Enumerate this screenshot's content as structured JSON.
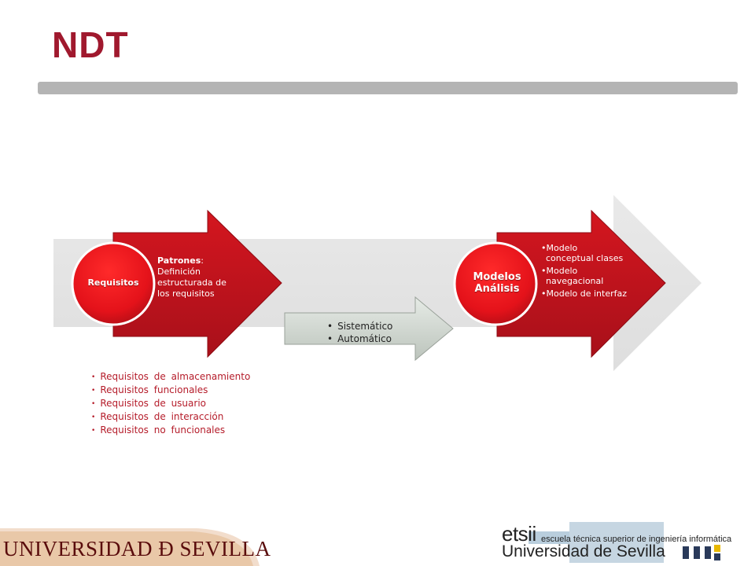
{
  "slide": {
    "title": "NDT"
  },
  "diagram": {
    "stage1": {
      "circle_label": "Requisitos",
      "bold_label": "Patrones",
      "text": ": Definición estructurada de los requisitos"
    },
    "connector": {
      "items": [
        "Sistemático",
        "Automático"
      ]
    },
    "stage2": {
      "circle_label_line1": "Modelos",
      "circle_label_line2": "Análisis",
      "items": [
        "Modelo conceptual clases",
        "Modelo navegacional",
        "Modelo de interfaz"
      ]
    },
    "requirements_list": [
      "Requisitos de almacenamiento",
      "Requisitos funcionales",
      "Requisitos de usuario",
      "Requisitos de interacción",
      "Requisitos no funcionales"
    ]
  },
  "footer": {
    "university_text": "UNIVERSIDAD Ð SEVILLA",
    "etsii": "etsii",
    "escuela": "escuela técnica superior de ingeniería informática",
    "universidad_sevilla": "Universidad de Sevilla"
  },
  "colors": {
    "title": "#a0192e",
    "arrow_red": "#c0141c",
    "circle_red": "#e8141c",
    "connector_gray": "#cfd5cf",
    "background_arrow": "#e4e4e4"
  }
}
